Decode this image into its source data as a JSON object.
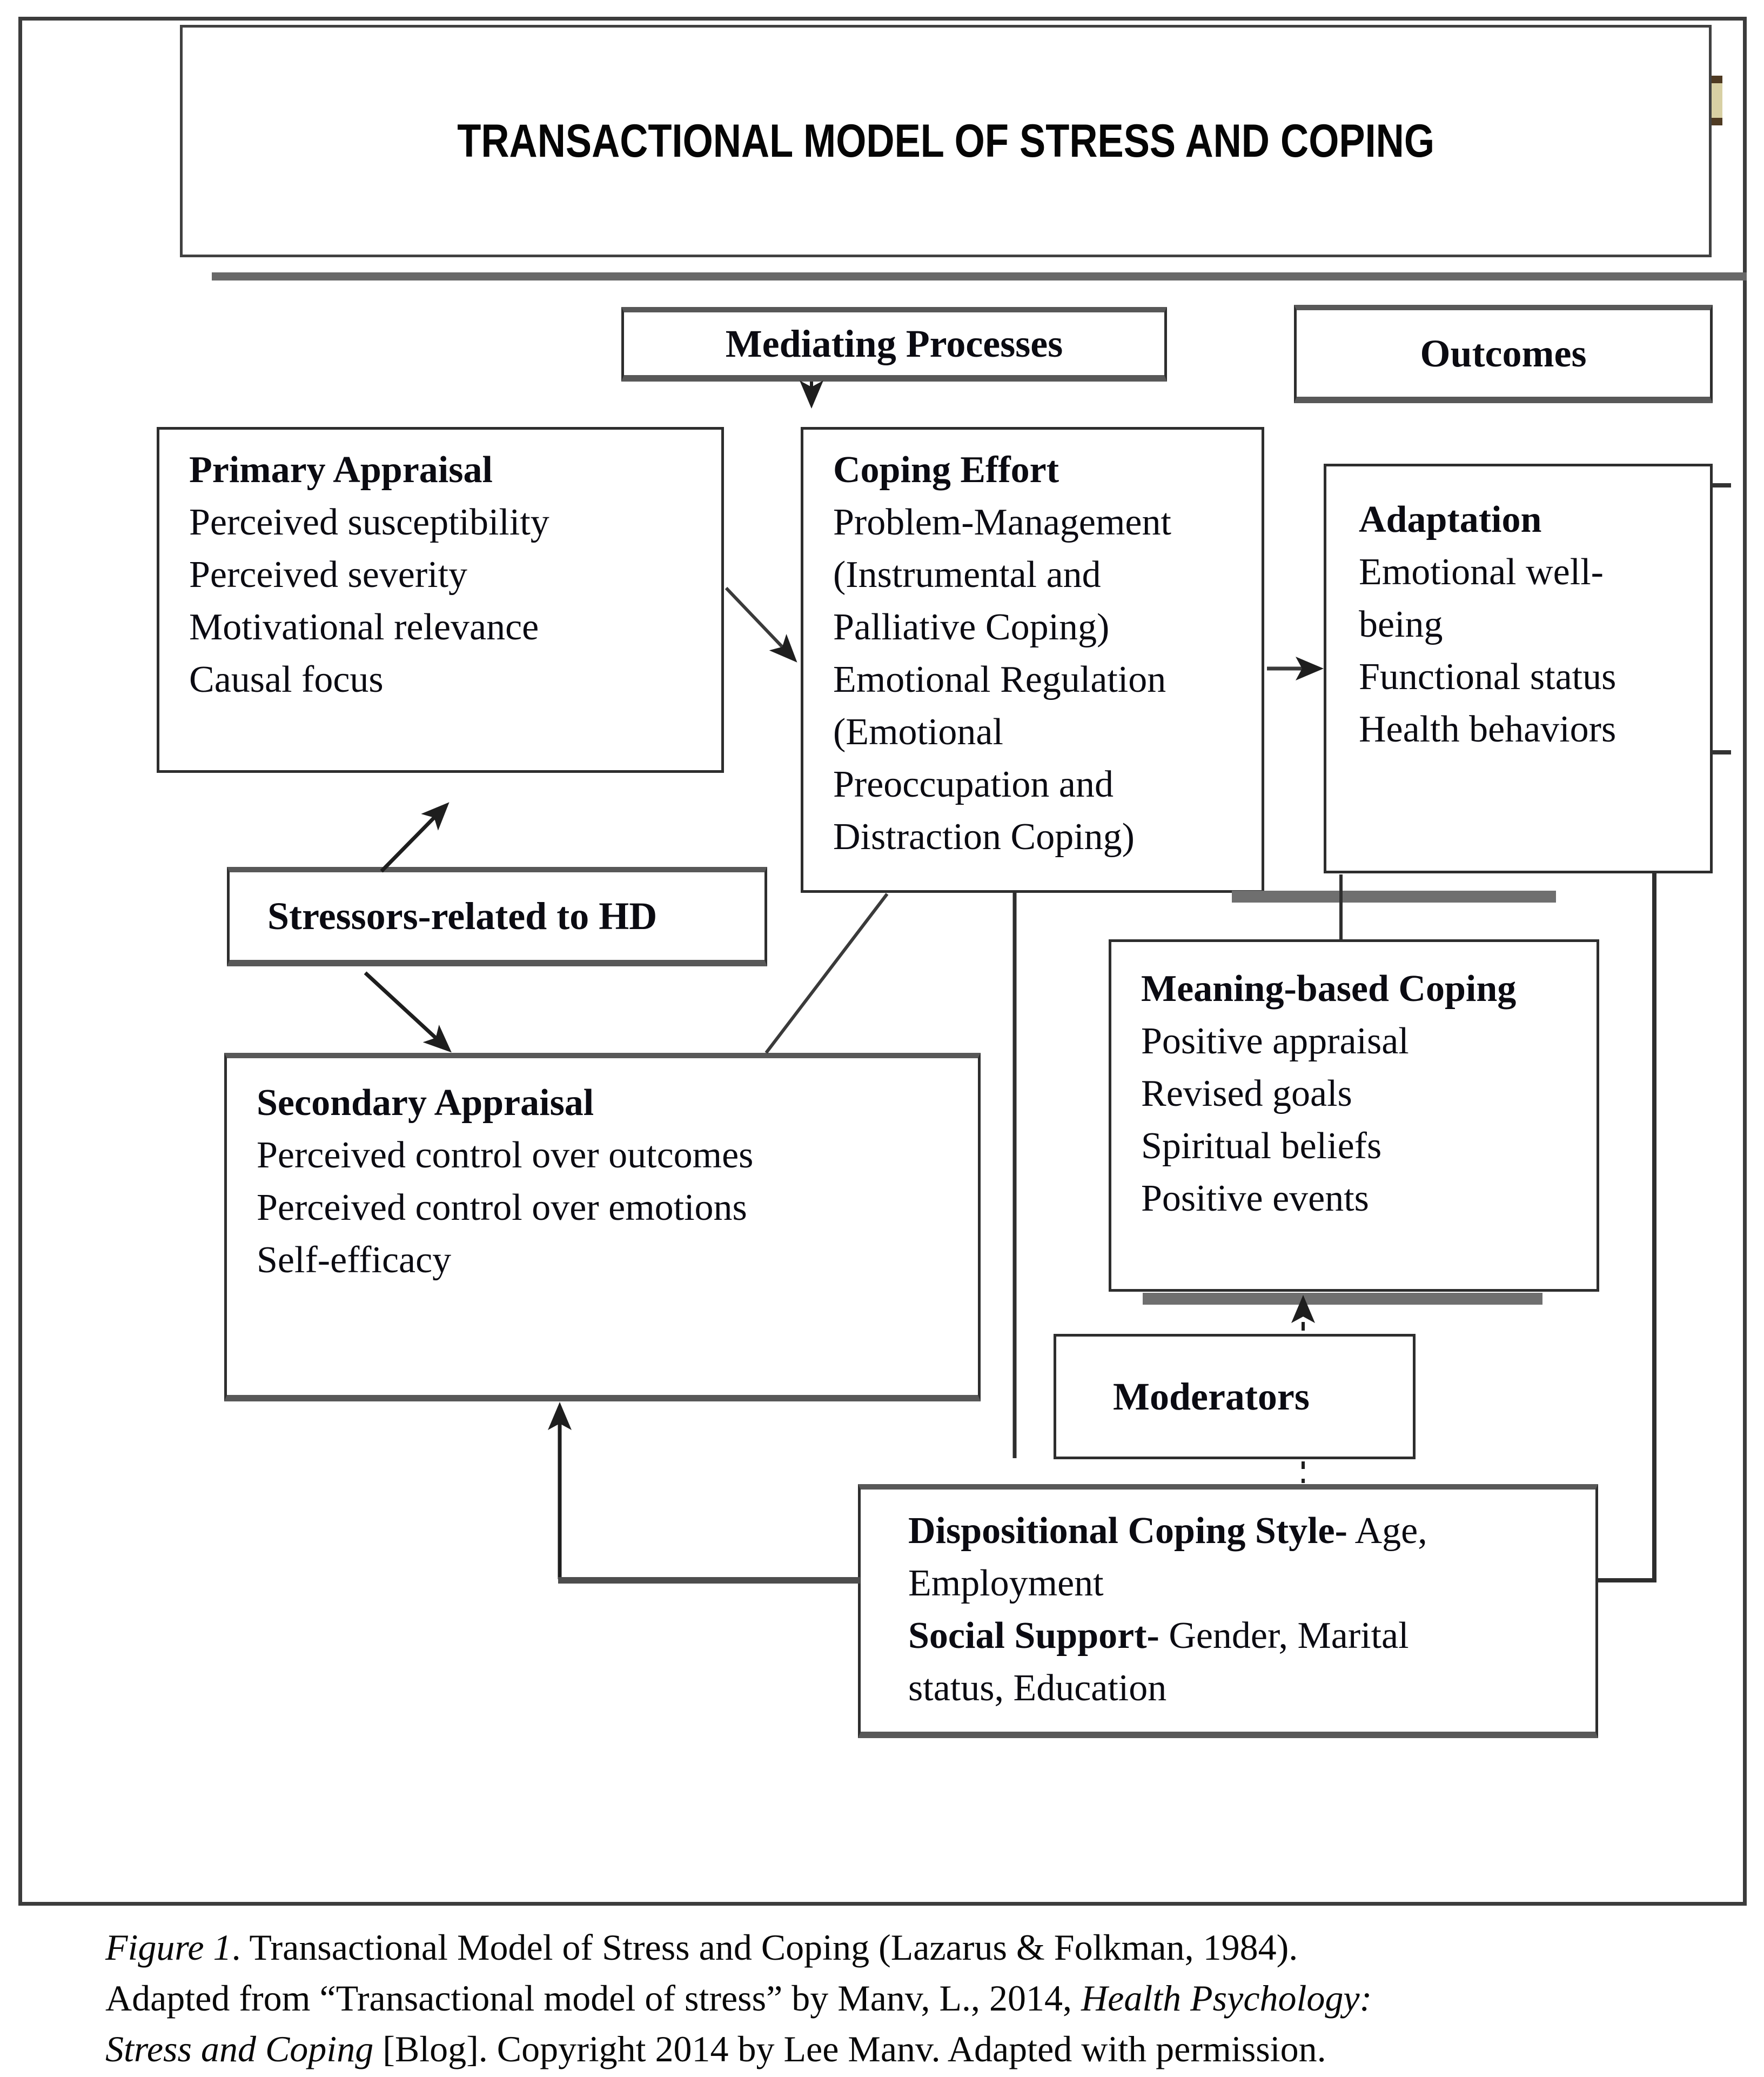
{
  "page": {
    "background": "#ffffff",
    "line_color": "#2e2e2e",
    "shadow_color": "#6f6f6f",
    "frame_color": "#3c3c3c"
  },
  "title_banner": {
    "text": "TRANSACTIONAL MODEL OF STRESS AND COPING"
  },
  "column_headers": {
    "mediating": "Mediating Processes",
    "outcomes": "Outcomes"
  },
  "boxes": {
    "primary": {
      "title": "Primary Appraisal",
      "items": [
        "Perceived susceptibility",
        "Perceived severity",
        "Motivational relevance",
        "Causal focus"
      ]
    },
    "coping": {
      "title": "Coping Effort",
      "lines": [
        "Problem-Management",
        "(Instrumental and",
        "Palliative Coping)",
        "Emotional Regulation",
        "(Emotional",
        "Preoccupation and",
        "Distraction Coping)"
      ]
    },
    "adaptation": {
      "title": "Adaptation",
      "lines": [
        "Emotional well-",
        "being",
        "Functional status",
        "Health behaviors"
      ]
    },
    "stressors": {
      "title": "Stressors-related to HD"
    },
    "secondary": {
      "title": "Secondary Appraisal",
      "items": [
        "Perceived control over outcomes",
        "Perceived control over emotions",
        "Self-efficacy"
      ]
    },
    "meaning": {
      "title": "Meaning-based Coping",
      "items": [
        "Positive appraisal",
        "Revised goals",
        "Spiritual beliefs",
        "Positive events"
      ]
    },
    "moderators": {
      "title": "Moderators"
    },
    "dispositional": {
      "line1_bold": "Dispositional Coping Style-",
      "line1_rest": " Age,",
      "line2": "Employment",
      "line3_bold": "Social Support-",
      "line3_rest": " Gender, Marital",
      "line4": "status, Education"
    }
  },
  "caption": {
    "fig_label": "Figure 1",
    "line1_rest": ". Transactional Model of Stress and Coping (Lazarus & Folkman, 1984).",
    "line2_start": "Adapted from “Transactional model of stress” by Manv, L., 2014, ",
    "line2_italic": "Health Psychology:",
    "line3_italic": "Stress and Coping",
    "line3_rest": " [Blog]. Copyright 2014 by Lee Manv. Adapted with permission."
  }
}
